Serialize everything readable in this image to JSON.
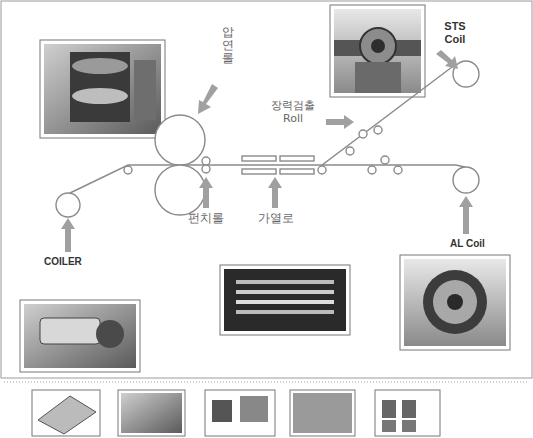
{
  "diagram": {
    "labels": [
      "압연롤",
      "STS Coil",
      "장력검출 Roll",
      "펀치롤",
      "가열로",
      "COILER",
      "AL Coil"
    ]
  }
}
